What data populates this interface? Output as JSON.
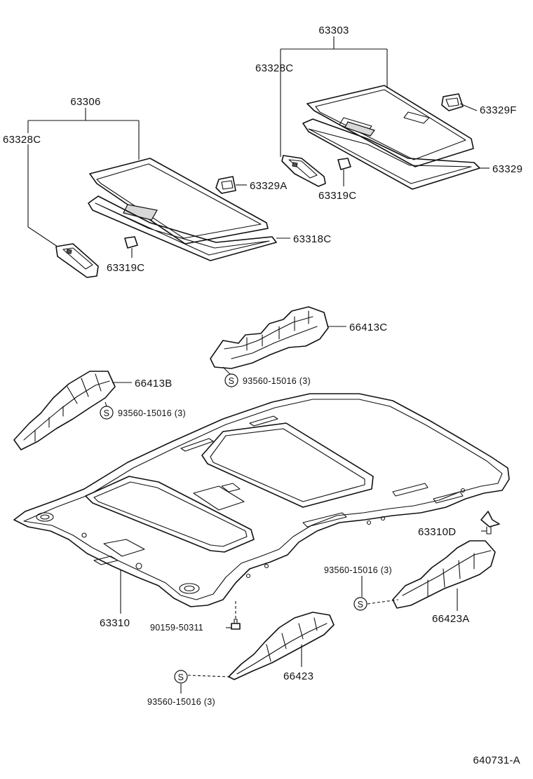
{
  "diagram": {
    "labels": {
      "p63303": "63303",
      "p63328c_right": "63328C",
      "p63329f": "63329F",
      "p63329": "63329",
      "p63319c_right": "63319C",
      "p63306": "63306",
      "p63328c_left": "63328C",
      "p63329a": "63329A",
      "p63318c": "63318C",
      "p63319c_left": "63319C",
      "p66413c": "66413C",
      "p93560_a": "93560-15016 (3)",
      "p66413b": "66413B",
      "p93560_b": "93560-15016 (3)",
      "p63310d": "63310D",
      "p93560_c": "93560-15016 (3)",
      "p66423a": "66423A",
      "p63310": "63310",
      "p90159": "90159-50311",
      "p66423": "66423",
      "p93560_d": "93560-15016 (3)",
      "s_symbol": "S",
      "figure_code": "640731-A"
    }
  }
}
